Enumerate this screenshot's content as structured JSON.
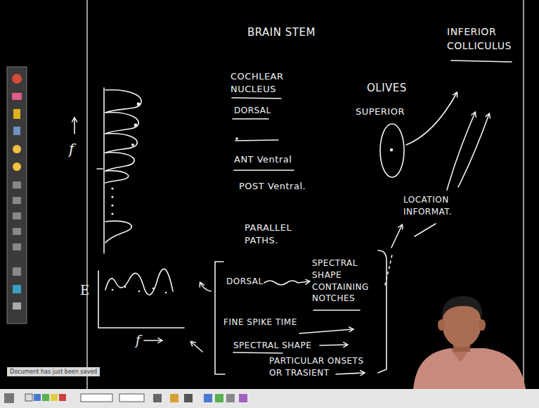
{
  "diagram": {
    "title": "BRAIN STEM",
    "labels": [
      "INFERIOR COLLICULUS",
      "COCHLEAR NUCLEUS",
      "DORSAL",
      "ANT Ventral",
      "POST Ventral.",
      "OLIVES",
      "SUPERIOR",
      "f",
      "LOCATION INFORMAT.",
      "PARALLEL PATHS.",
      "DORSAL",
      "SPECTRAL SHAPE CONTAINING NOTCHES",
      "E",
      "FINE SPIKE TIME",
      "SPECTRAL SHAPE",
      "f",
      "PARTICULAR ONSETS OR TRASIENT",
      "Document has just been saved"
    ]
  }
}
